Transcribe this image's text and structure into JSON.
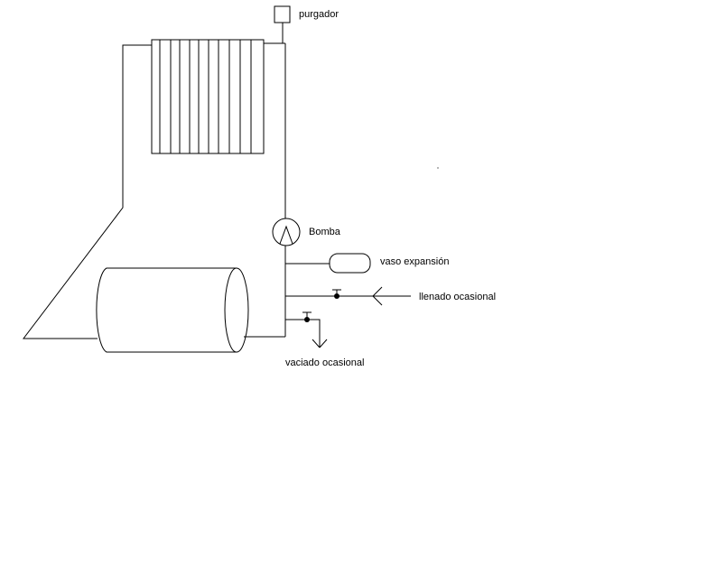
{
  "labels": {
    "purgador": "purgador",
    "bomba": "Bomba",
    "vaso": "vaso expansión",
    "llenado": "llenado ocasional",
    "vaciado": "vaciado ocasional"
  },
  "colors": {
    "line": "#000000",
    "background": "#ffffff"
  }
}
